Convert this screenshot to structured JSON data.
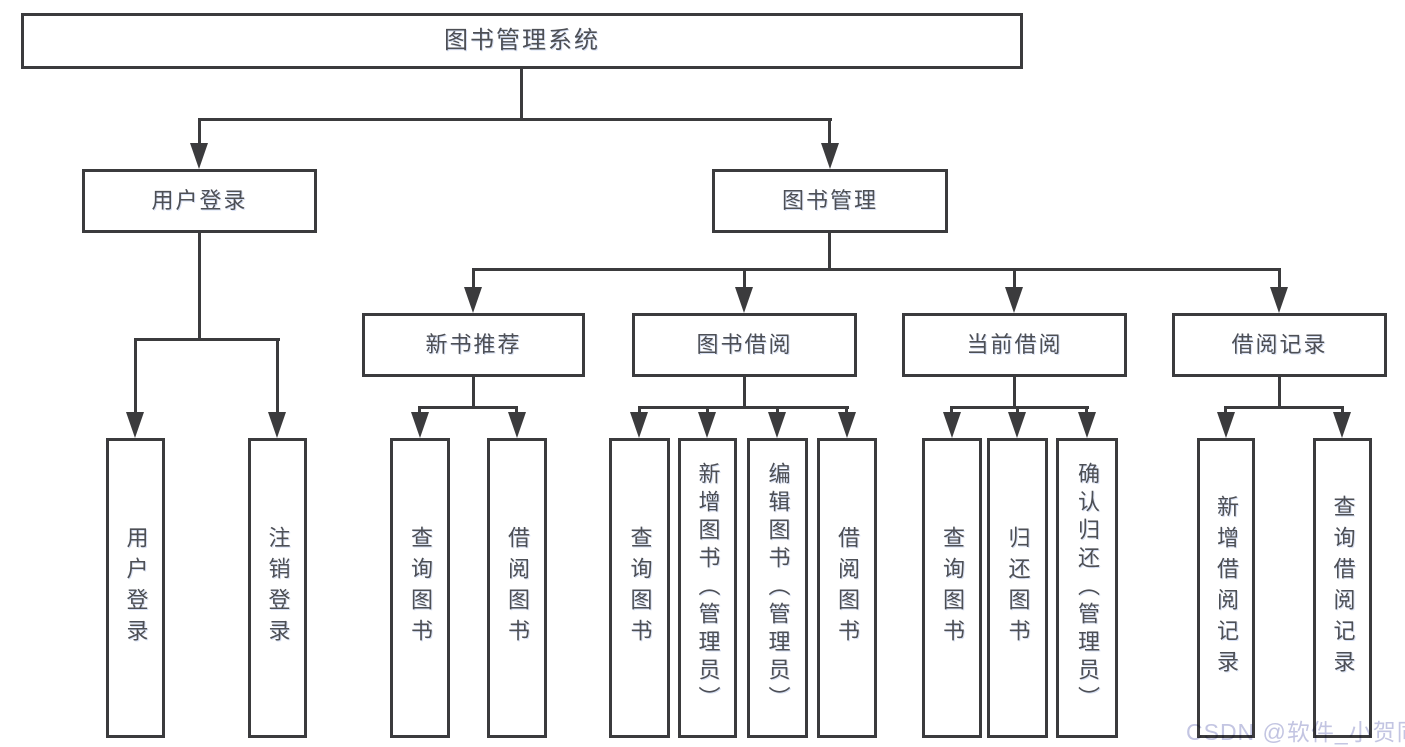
{
  "diagram": {
    "type": "hierarchy-tree",
    "root": "图书管理系统",
    "level2": {
      "user_login": "用户登录",
      "book_mgmt": "图书管理"
    },
    "level3": {
      "new_book_rec": "新书推荐",
      "book_borrow": "图书借阅",
      "current_borrow": "当前借阅",
      "borrow_record": "借阅记录"
    },
    "leaves": {
      "user_login": "用户登录",
      "logout": "注销登录",
      "query_books_a": "查询图书",
      "borrow_books_a": "借阅图书",
      "query_books_b": "查询图书",
      "add_books": "新增图书（管理员）",
      "edit_books": "编辑图书（管理员）",
      "borrow_books_b": "借阅图书",
      "query_books_c": "查询图书",
      "return_books": "归还图书",
      "confirm_return": "确认归还（管理员）",
      "add_borrow_record": "新增借阅记录",
      "query_borrow_record": "查询借阅记录"
    },
    "edges": [
      [
        "图书管理系统",
        "用户登录"
      ],
      [
        "图书管理系统",
        "图书管理"
      ],
      [
        "用户登录",
        "用户登录(叶)"
      ],
      [
        "用户登录",
        "注销登录"
      ],
      [
        "图书管理",
        "新书推荐"
      ],
      [
        "图书管理",
        "图书借阅"
      ],
      [
        "图书管理",
        "当前借阅"
      ],
      [
        "图书管理",
        "借阅记录"
      ],
      [
        "新书推荐",
        "查询图书"
      ],
      [
        "新书推荐",
        "借阅图书"
      ],
      [
        "图书借阅",
        "查询图书"
      ],
      [
        "图书借阅",
        "新增图书（管理员）"
      ],
      [
        "图书借阅",
        "编辑图书（管理员）"
      ],
      [
        "图书借阅",
        "借阅图书"
      ],
      [
        "当前借阅",
        "查询图书"
      ],
      [
        "当前借阅",
        "归还图书"
      ],
      [
        "当前借阅",
        "确认归还（管理员）"
      ],
      [
        "借阅记录",
        "新增借阅记录"
      ],
      [
        "借阅记录",
        "查询借阅记录"
      ]
    ],
    "colors": {
      "line": "#3b3b3d",
      "text": "#4d4f55",
      "watermark": "#c3c5e2",
      "background": "#ffffff"
    }
  },
  "watermark": "CSDN @软件_小贺同学"
}
